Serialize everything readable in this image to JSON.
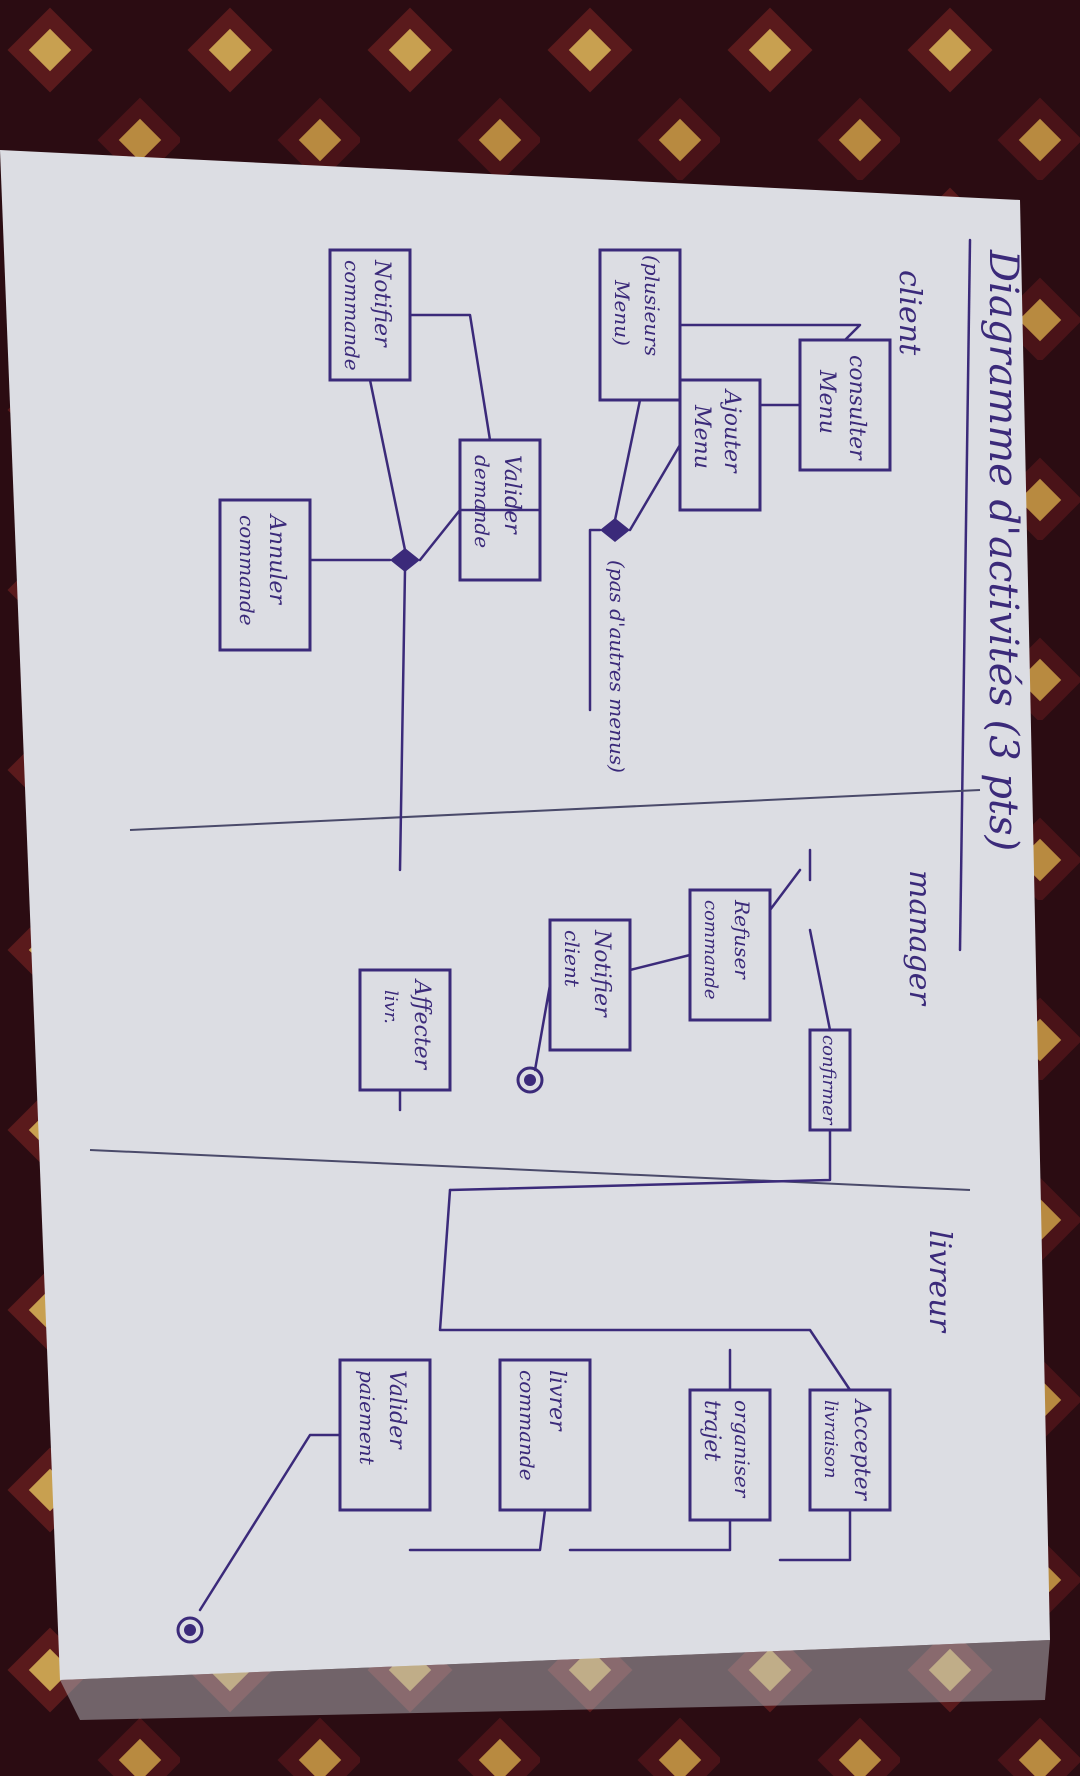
{
  "diagram": {
    "title": "Diagramme d'activités (3 pts)",
    "lanes": {
      "client": "client",
      "manager": "manager",
      "livreur": "livreur"
    },
    "nodes": {
      "consulter_menu": [
        "consulter",
        "Menu"
      ],
      "ajouter_menu": [
        "Ajouter",
        "Menu"
      ],
      "plusieurs_menus": [
        "(plusieurs",
        "Menu)"
      ],
      "valider_demande": [
        "Valider",
        "demande"
      ],
      "notifier_commande": [
        "Notifier",
        "commande"
      ],
      "annuler_commande": [
        "Annuler",
        "commande"
      ],
      "autres_menus": "(pas d'autres menus)",
      "refuser_commande": [
        "Refuser",
        "commande"
      ],
      "notifier_client": [
        "Notifier",
        "client"
      ],
      "confirmer": "confirmer",
      "affecter_livreur": [
        "Affecter",
        "livr."
      ],
      "accepter_livraison": [
        "Accepter",
        "livraison"
      ],
      "organiser_trajet": [
        "organiser",
        "trajet"
      ],
      "livrer_commande": [
        "livrer",
        "commande"
      ],
      "valider_paiement": [
        "Valider",
        "paiement"
      ]
    }
  }
}
